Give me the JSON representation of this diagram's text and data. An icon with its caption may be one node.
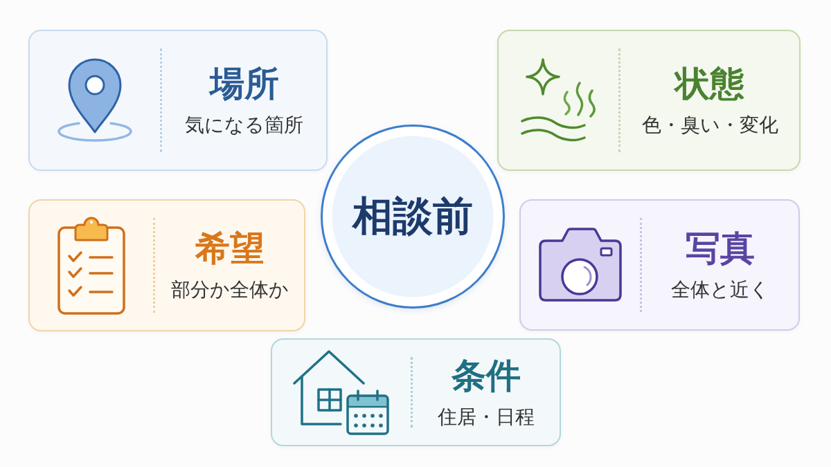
{
  "diagram": {
    "nodes": [
      {
        "text": [
          "相談前"
        ]
      },
      {
        "text": [
          "場所",
          "気になる箇所"
        ]
      },
      {
        "text": [
          "状態",
          "色・臭い・変化"
        ]
      },
      {
        "text": [
          "希望",
          "部分か全体か"
        ]
      },
      {
        "text": [
          "写真",
          "全体と近く"
        ]
      },
      {
        "text": [
          "条件",
          "住居・日程"
        ]
      }
    ]
  }
}
